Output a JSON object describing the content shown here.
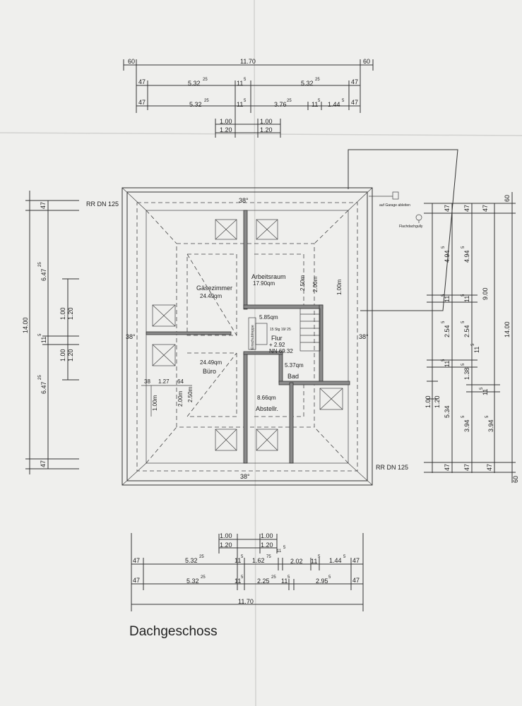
{
  "title": "Dachgeschoss",
  "top_dims": {
    "row1": [
      "60",
      "11.70",
      "60"
    ],
    "row2": [
      "47",
      "5.32",
      "25",
      "11",
      "5",
      "5.32",
      "25",
      "47"
    ],
    "row3": [
      "47",
      "5.32",
      "25",
      "11",
      "5",
      "3.76",
      "25",
      "11",
      "5",
      "1.44",
      "5",
      "47"
    ],
    "windows": [
      "1.00",
      "1.20",
      "1.00",
      "1.20"
    ]
  },
  "bottom_dims": {
    "windows": [
      "1.00",
      "1.20",
      "1.00",
      "1.20"
    ],
    "row1": [
      "47",
      "5.32",
      "25",
      "11",
      "5",
      "1.62",
      "75",
      "11",
      "5",
      "2.02",
      "11",
      "5",
      "1.44",
      "5",
      "47"
    ],
    "row2": [
      "47",
      "5.32",
      "25",
      "11",
      "5",
      "2.25",
      "25",
      "11",
      "5",
      "2.95",
      "5",
      "47"
    ],
    "total": "11.70"
  },
  "left_dims": [
    "47",
    "6.47",
    "25",
    "1.00",
    "1.20",
    "11",
    "5",
    "1.00",
    "1.20",
    "6.47",
    "25",
    "47",
    "14.00"
  ],
  "right_dims": {
    "col1": [
      "47",
      "4.94",
      "5",
      "11",
      "5",
      "2.54",
      "5",
      "11",
      "5",
      "1.00",
      "1.20",
      "47"
    ],
    "col2": [
      "47",
      "4.94",
      "5",
      "11",
      "5",
      "2.54",
      "5",
      "11",
      "5",
      "1.38",
      "5",
      "5.34",
      "3.94",
      "5",
      "47"
    ],
    "col3": [
      "47",
      "9.00",
      "11",
      "5",
      "3.94",
      "5",
      "47"
    ],
    "col4": [
      "60",
      "14.00",
      "60"
    ]
  },
  "roof": {
    "pitch": "38°",
    "rr_top": "RR DN 125",
    "rr_bottom": "RR DN 125",
    "garage_note": "auf Garage ableiten",
    "gully": "Flachdachgully"
  },
  "rooms": {
    "gast_name": "Gäsezimmer",
    "gast_area": "24.49qm",
    "arbeit_name": "Arbeitsraum",
    "arbeit_area": "17.90qm",
    "buero_name": "Büro",
    "buero_area": "24.49qm",
    "flur_name": "Flur",
    "flur_area": "5.85qm",
    "flur_level": "+ 2.92",
    "flur_nn": "NN 69.32",
    "bad_name": "Bad",
    "bad_area": "5.37qm",
    "abstell_name": "Abstellr.",
    "abstell_area": "8.66qm",
    "stair": "15 Stg 19/ 25",
    "einschub": "Einschubtreppe"
  },
  "inner_dims": [
    "2.50m",
    "2.00m",
    "1.00m",
    "38",
    "1.27",
    "64",
    "1.00m",
    "2.00m",
    "2.50m"
  ]
}
